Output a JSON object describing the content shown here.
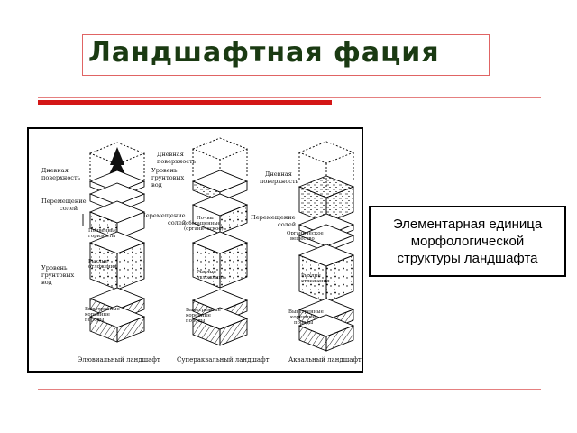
{
  "slide": {
    "title": "Ландшафтная фация",
    "definition": {
      "line1": "Элементарная единица",
      "line2": "морфологической",
      "line3": "структуры ландшафта"
    }
  },
  "figure": {
    "columns": [
      {
        "bottom_label": "Элювиальный ландшафт",
        "labels": {
          "surface_1": "Дневная",
          "surface_2": "поверхность",
          "salts_1": "Перемещение",
          "salts_2": "солей",
          "soil_1": "Почвенные",
          "soil_2": "горизонты",
          "loose_1": "Рыхлые",
          "loose_2": "отложения",
          "gw_1": "Уровень",
          "gw_2": "грунтовых",
          "gw_3": "вод",
          "bedrock_1": "Выветренные",
          "bedrock_2": "коренные",
          "bedrock_3": "породы"
        }
      },
      {
        "bottom_label": "Супераквальный ландшафт",
        "labels": {
          "surface_1": "Дневная",
          "surface_2": "поверхность",
          "gw_1": "Уровень",
          "gw_2": "грунтовых",
          "gw_3": "вод",
          "salts_1": "Перемещение",
          "salts_2": "солей",
          "soil_1": "Почвы",
          "soil_2": "(обогащенные",
          "soil_3": "(органическое)",
          "loose_1": "Рыхлые",
          "loose_2": "отложения",
          "bedrock_1": "Выветренные",
          "bedrock_2": "коренные",
          "bedrock_3": "породы"
        }
      },
      {
        "bottom_label": "Аквальный ландшафт",
        "labels": {
          "surface_1": "Дневная",
          "surface_2": "поверхность",
          "salts_1": "Перемещение",
          "salts_2": "солей",
          "organic_1": "Органическое",
          "organic_2": "вещество",
          "loose_1": "Рыхлые",
          "loose_2": "отложения",
          "bedrock_1": "Выветренные",
          "bedrock_2": "коренные",
          "bedrock_3": "породы"
        }
      }
    ]
  }
}
